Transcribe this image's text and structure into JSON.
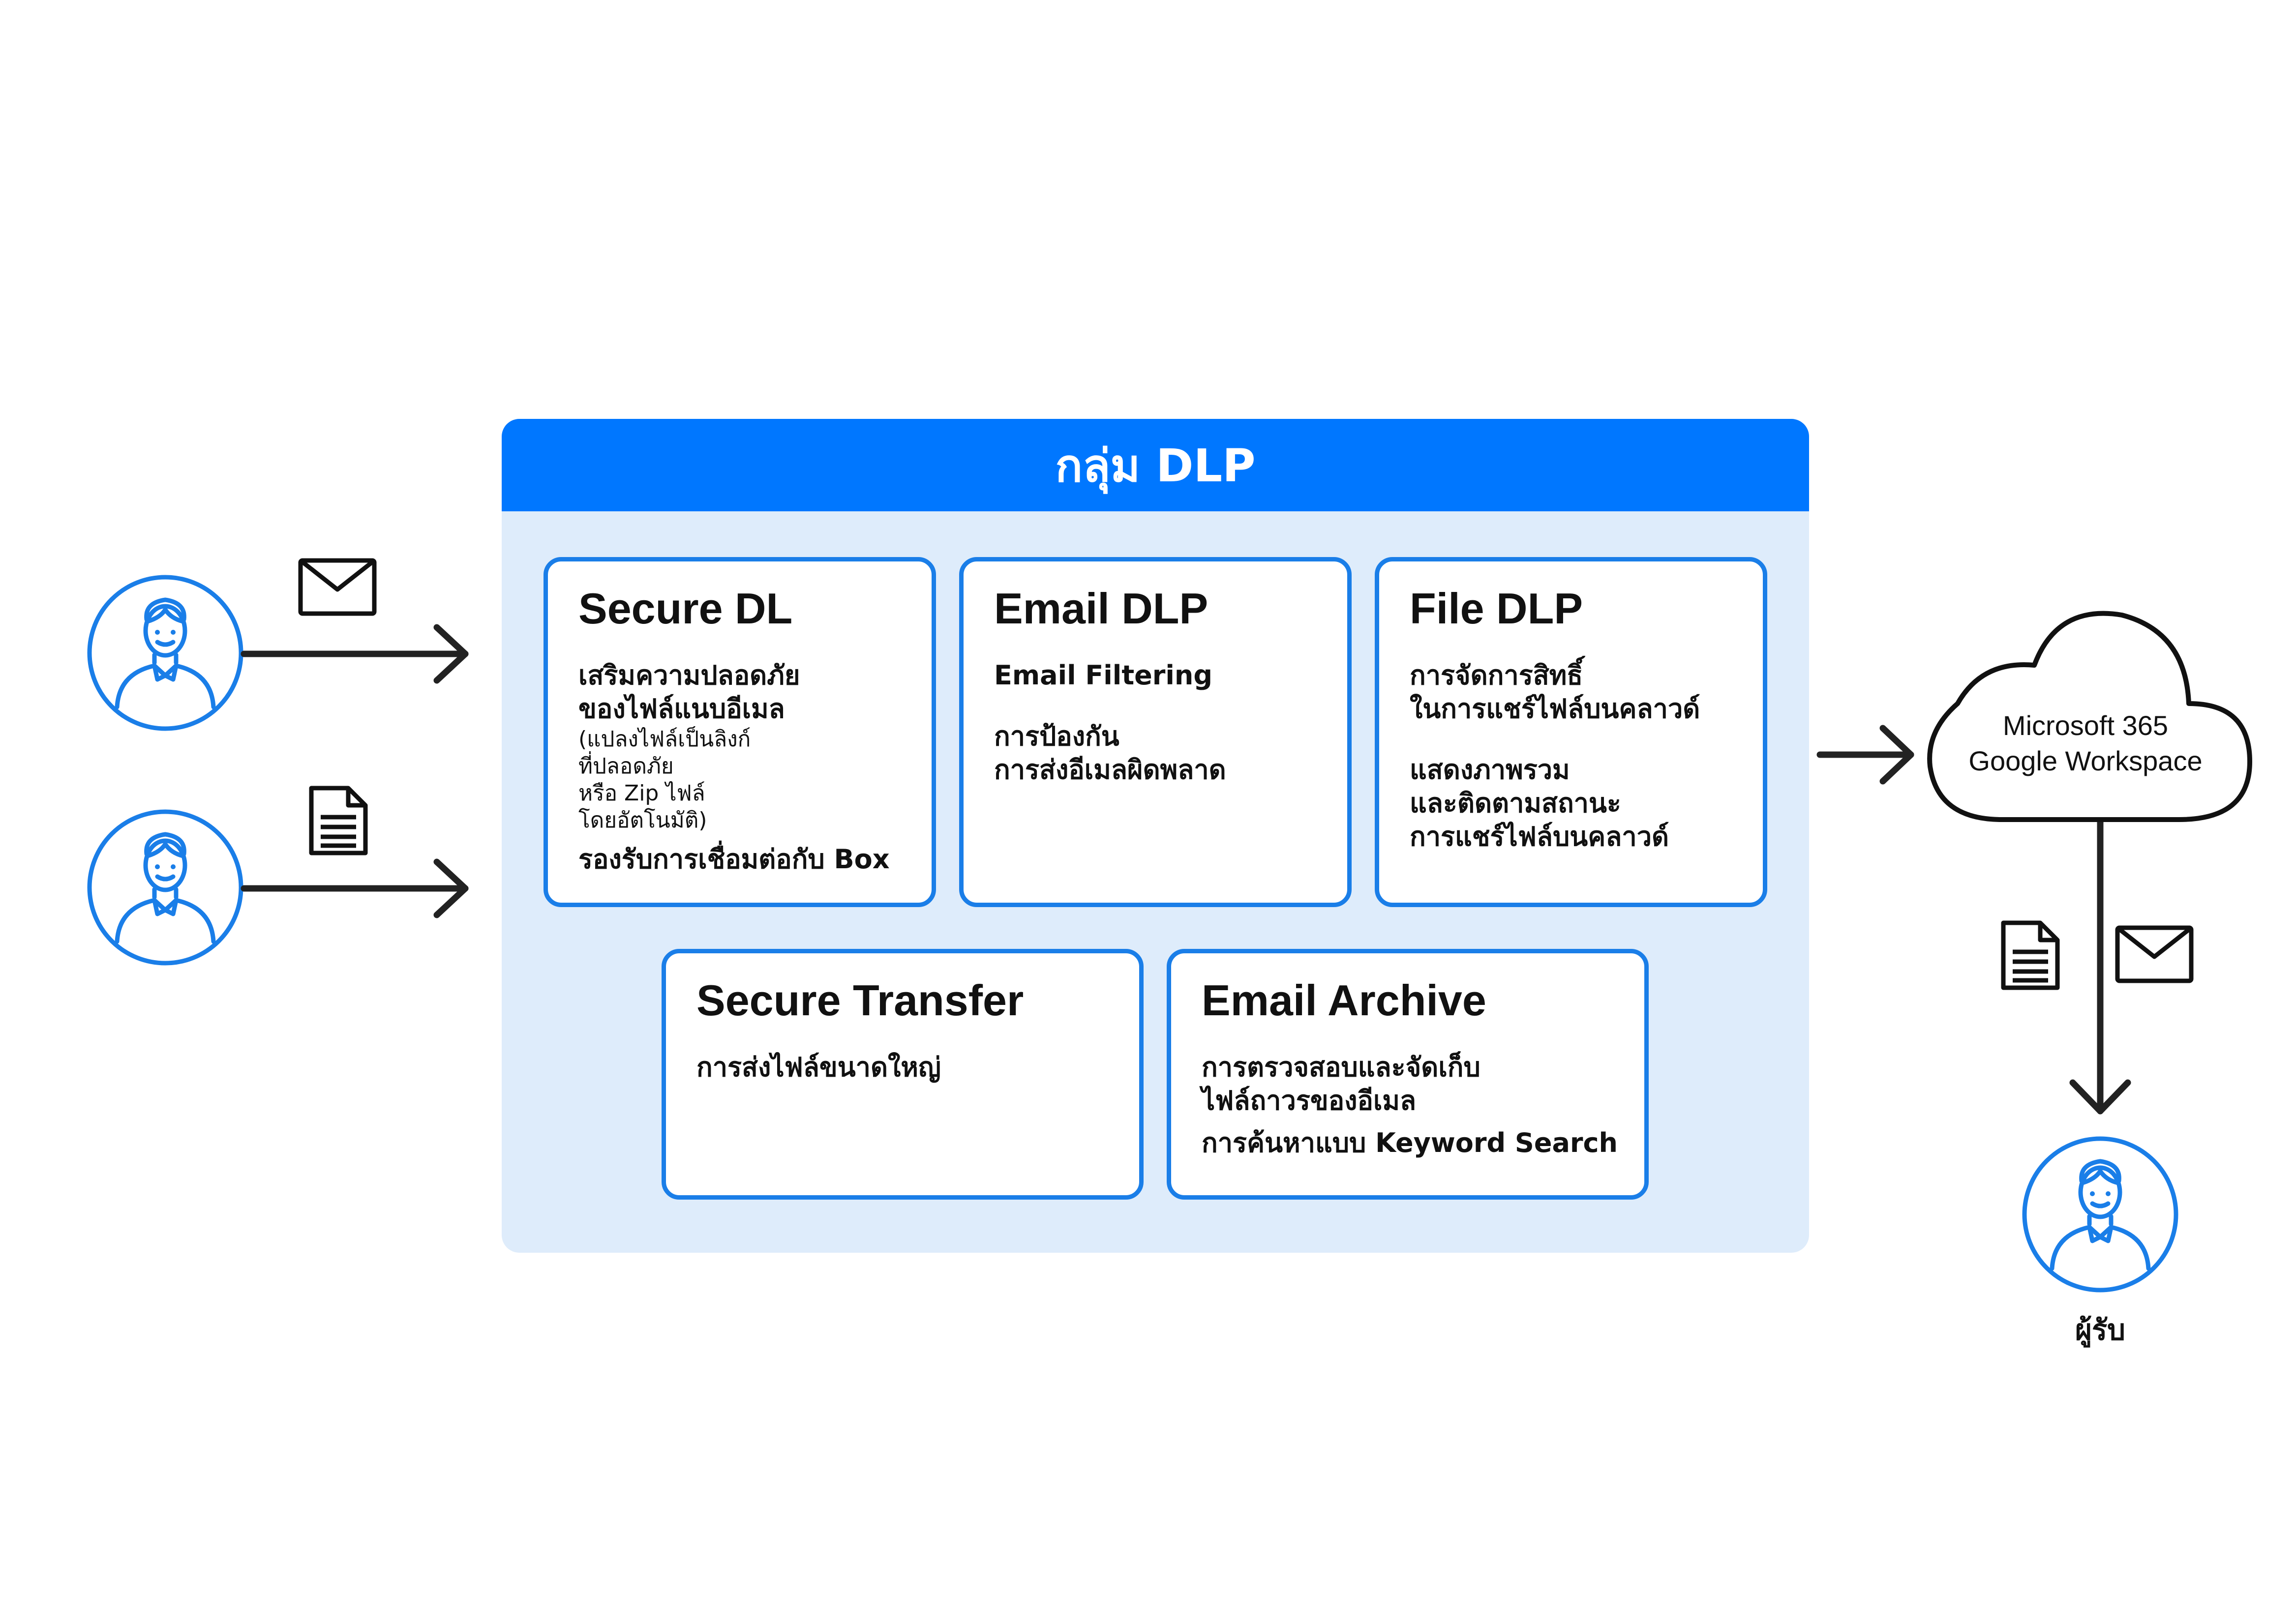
{
  "group": {
    "title": "กลุ่ม DLP"
  },
  "cards": {
    "secure_dl": {
      "title": "Secure DL",
      "line1": "เสริมความปลอดภัย",
      "line2": "ของไฟล์แนบอีเมล",
      "note1": "(แปลงไฟล์เป็นลิงก์",
      "note2": "ที่ปลอดภัย",
      "note3": "หรือ Zip ไฟล์",
      "note4": "โดยอัตโนมัติ)",
      "line3": "รองรับการเชื่อมต่อกับ Box"
    },
    "email_dlp": {
      "title": "Email DLP",
      "line1": "Email Filtering",
      "line2": "การป้องกัน",
      "line3": "การส่งอีเมลผิดพลาด"
    },
    "file_dlp": {
      "title": "File DLP",
      "line1": "การจัดการสิทธิ์",
      "line2": "ในการแชร์ไฟล์บนคลาวด์",
      "line3": "แสดงภาพรวม",
      "line4": "และติดตามสถานะ",
      "line5": "การแชร์ไฟล์บนคลาวด์"
    },
    "secure_transfer": {
      "title": "Secure Transfer",
      "line1": "การส่งไฟล์ขนาดใหญ่"
    },
    "email_archive": {
      "title": "Email Archive",
      "line1": "การตรวจสอบและจัดเก็บ",
      "line2": "ไฟล์ถาวรของอีเมล",
      "line3": "การค้นหาแบบ Keyword Search"
    }
  },
  "cloud": {
    "line1": "Microsoft 365",
    "line2": "Google Workspace"
  },
  "recipient": {
    "label": "ผู้รับ"
  },
  "icons": {
    "sender_top": "user-avatar-icon",
    "sender_bottom": "user-avatar-icon",
    "recipient": "user-avatar-icon",
    "mail": "envelope-icon",
    "document": "document-icon",
    "cloud": "cloud-icon"
  },
  "colors": {
    "accent": "#0077ff",
    "card_border": "#1a7ee8",
    "panel_background": "#deecfb",
    "avatar_stroke": "#1a7ee8",
    "arrow": "#222222"
  }
}
